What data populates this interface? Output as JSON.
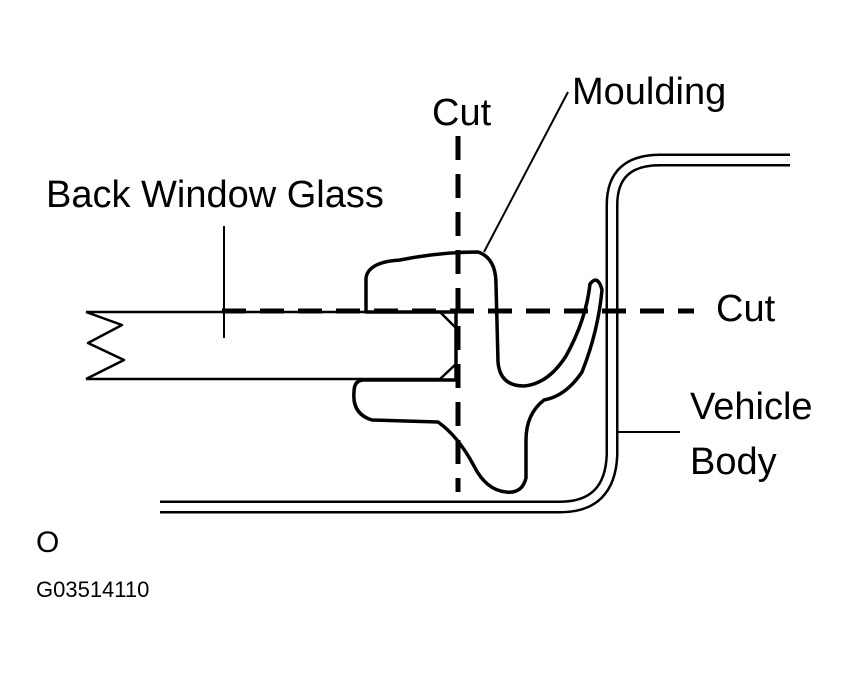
{
  "labels": {
    "back_window_glass": "Back Window Glass",
    "cut_vertical": "Cut",
    "cut_horizontal": "Cut",
    "moulding": "Moulding",
    "vehicle_body_line1": "Vehicle",
    "vehicle_body_line2": "Body",
    "mark": "O",
    "figure_code": "G03514110"
  },
  "colors": {
    "line": "#000000",
    "background": "#ffffff"
  }
}
